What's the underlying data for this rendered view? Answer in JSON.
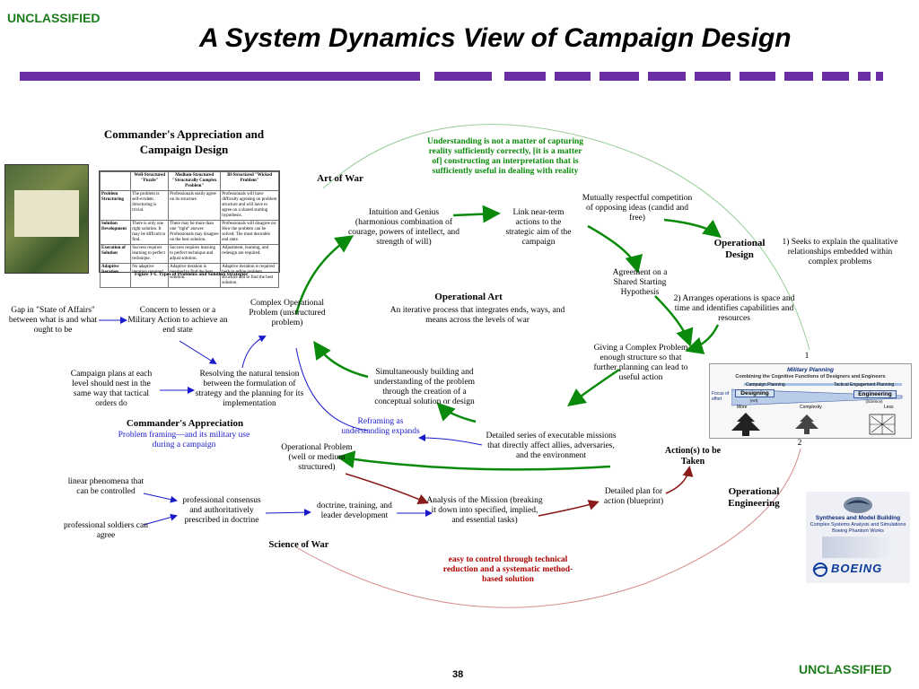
{
  "header": {
    "classification_top": "UNCLASSIFIED",
    "title": "A System Dynamics View of Campaign Design"
  },
  "footer": {
    "page_number": "38",
    "classification_bottom": "UNCLASSIFIED"
  },
  "colors": {
    "classification": "#1a7d1a",
    "title_bar": "#6b2fa3",
    "arrow_green": "#0a8a0a",
    "arrow_blue": "#1a1acc",
    "arrow_darkred": "#8b1a1a"
  },
  "left_panel": {
    "heading": "Commander's Appreciation and Campaign Design",
    "table": {
      "headers": [
        "",
        "Well-Structured \"Puzzle\"",
        "Medium-Structured \"Structurally Complex Problem\"",
        "Ill-Structured \"Wicked Problem\""
      ],
      "rows": [
        [
          "Problem Structuring",
          "The problem is self-evident. Structuring is trivial.",
          "Professionals easily agree on its structure.",
          "Professionals will have difficulty agreeing on problem structure and will have to agree on a shared starting hypothesis."
        ],
        [
          "Solution Development",
          "There is only one right solution. It may be difficult to find.",
          "There may be more than one \"right\" answer. Professionals may disagree on the best solution.",
          "Professionals will disagree on: How the problem can be solved; The most desirable end state."
        ],
        [
          "Execution of Solution",
          "Success requires learning to perfect technique.",
          "Success requires learning to perfect technique and adjust solution.",
          "Adjustment, learning, and redesign are required."
        ],
        [
          "Adaptive Iteration",
          "No adaptive iteration required.",
          "Adaptive iteration is required to find the best solution.",
          "Adaptive iteration is required both to refine problem structure and to find the best solution."
        ]
      ],
      "caption": "Figure 1-1. Types of Problems and Solution Strategies"
    }
  },
  "nodes": {
    "art_of_war": "Art of War",
    "understanding": "Understanding is not a matter of capturing reality sufficiently correctly, [it is a matter of] constructing an interpretation that is sufficiently useful in dealing with reality",
    "intuition": "Intuition and Genius (harmonious combination of courage, powers of intellect, and strength of will)",
    "link_near_term": "Link near-term actions to the strategic aim of the campaign",
    "mutually_respectful": "Mutually respectful competition of opposing ideas (candid and free)",
    "operational_design": "Operational Design",
    "seeks_explain": "1) Seeks to explain the qualitative relationships embedded within complex problems",
    "agreement": "Agreement on a Shared Starting Hypothesis",
    "arranges": "2) Arranges operations is space and time and identifies capabilities and resources",
    "operational_art_title": "Operational Art",
    "operational_art_desc": "An iterative process that integrates ends, ways, and means across the levels of war",
    "complex_problem": "Complex Operational Problem (unstructured problem)",
    "gap": "Gap in \"State of Affairs\" between what is and what ought to be",
    "concern": "Concern to lessen or a Military Action to achieve an end state",
    "giving_complex": "Giving a Complex Problem enough structure so that further planning can lead to useful action",
    "campaign_plans": "Campaign plans at each level should nest in the same way that tactical orders do",
    "resolving": "Resolving the natural tension between the formulation of strategy and the planning for its implementation",
    "simultaneously": "Simultaneously building and understanding of the problem through the creation of a conceptual solution or design",
    "commanders_appreciation": "Commander's Appreciation",
    "problem_framing": "Problem framing—and its military use during a campaign",
    "reframing": "Reframing as understanding expands",
    "detailed_series": "Detailed series of executable missions that directly affect allies, adversaries, and the environment",
    "operational_problem": "Operational Problem (well or medium structured)",
    "actions": "Action(s) to be Taken",
    "linear": "linear phenomena that can be controlled",
    "professional_consensus": "professional consensus and authoritatively prescribed in doctrine",
    "doctrine": "doctrine, training, and leader development",
    "analysis": "Analysis of the Mission (breaking it down into specified, implied, and essential tasks)",
    "detailed_plan": "Detailed plan for action (blueprint)",
    "operational_engineering": "Operational Engineering",
    "professional_soldiers": "professional soldiers can agree",
    "science_of_war": "Science of War",
    "easy_control": "easy to control through technical reduction and a systematic method-based solution",
    "marker_1": "1",
    "marker_2": "2"
  },
  "military_planning": {
    "title": "Military Planning",
    "subtitle": "Combining the Cognitive Functions of Designers and Engineers",
    "campaign_planning": "Campaign Planning",
    "tactical_planning": "Tactical Engagement Planning",
    "focus": "Focus of effort",
    "designing": "Designing",
    "designing_sub": "(Art)",
    "engineering": "Engineering",
    "engineering_sub": "(Science)",
    "more": "More",
    "complexity": "Complexity",
    "less": "Less"
  },
  "boeing": {
    "line1": "Syntheses and Model Building",
    "line2": "Complex Systems Analysis and Simulations",
    "line3": "Boeing Phantom Works",
    "logo": "BOEING"
  }
}
